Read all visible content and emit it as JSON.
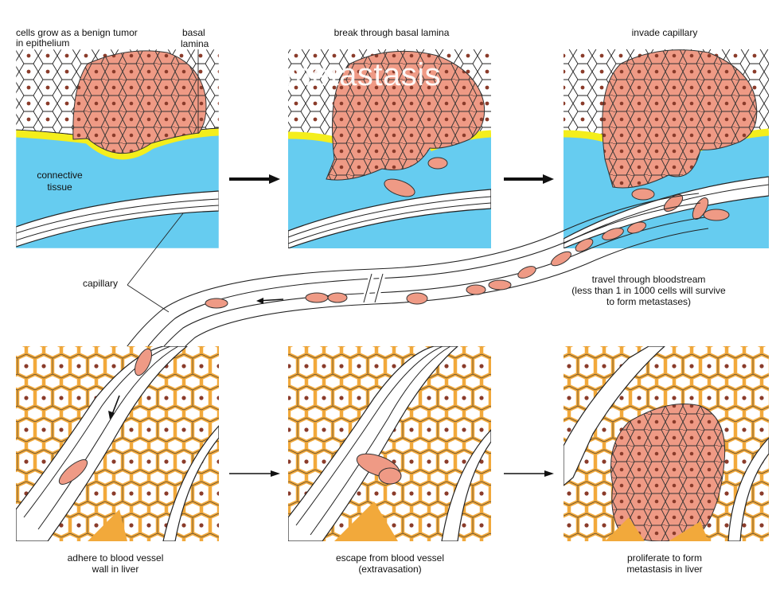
{
  "overlay_title": "metastasis",
  "stages": {
    "s1": {
      "title_line1": "cells grow as a benign tumor",
      "title_line2": "in epithelium"
    },
    "s2": {
      "title": "break through basal lamina"
    },
    "s3": {
      "title": "invade capillary"
    },
    "s4": {
      "title_line1": "adhere to blood vessel",
      "title_line2": "wall in liver"
    },
    "s5": {
      "title_line1": "escape from blood vessel",
      "title_line2": "(extravasation)"
    },
    "s6": {
      "title_line1": "proliferate to form",
      "title_line2": "metastasis in liver"
    }
  },
  "labels": {
    "basal_line1": "basal",
    "basal_line2": "lamina",
    "connective_line1": "connective",
    "connective_line2": "tissue",
    "capillary": "capillary",
    "travel_line1": "travel through bloodstream",
    "travel_line2": "(less than 1 in 1000 cells will survive",
    "travel_line3": "to form metastases)"
  },
  "colors": {
    "tumor": "#ef9a85",
    "nucleus": "#8a3b2a",
    "connective": "#66ccf0",
    "basal_lamina": "#f4ee1c",
    "liver_matrix": "#f2a93b",
    "liver_nucleus": "#8a3b2a",
    "line": "#222222"
  }
}
